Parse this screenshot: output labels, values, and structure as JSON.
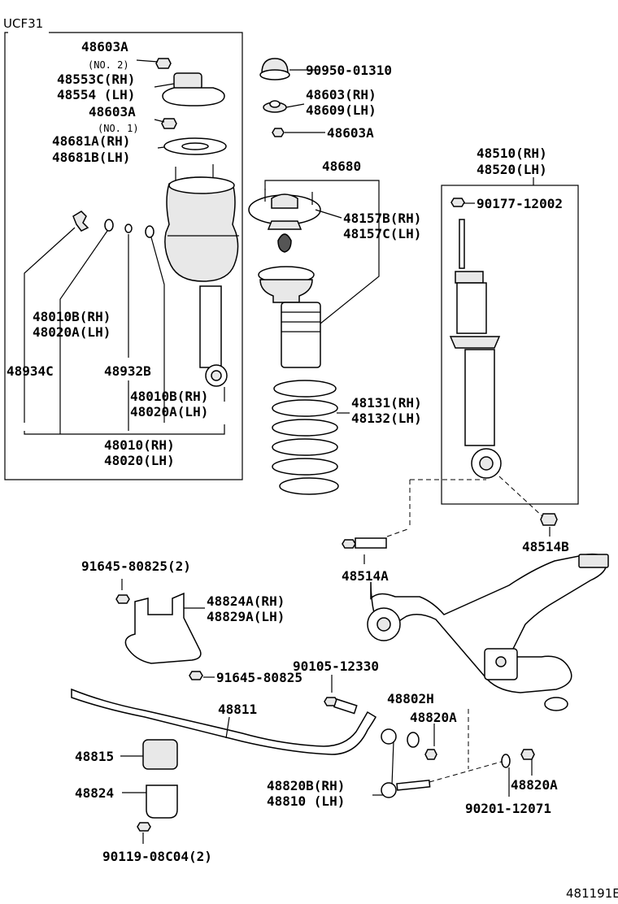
{
  "header": {
    "model": "UCF31"
  },
  "footer": {
    "ref": "481191E"
  },
  "labels": {
    "l48603a_top": "48603A",
    "no2": "(NO. 2)",
    "l48553c": "48553C(RH)",
    "l48554": "48554  (LH)",
    "l48603a_mid": "48603A",
    "no1": "(NO. 1)",
    "l48681a": "48681A(RH)",
    "l48681b": "48681B(LH)",
    "l48010b_a": "48010B(RH)",
    "l48020a_a": "48020A(LH)",
    "l48934c": "48934C",
    "l48932b": "48932B",
    "l48010b_b": "48010B(RH)",
    "l48020a_b": "48020A(LH)",
    "l48010": "48010(RH)",
    "l48020": "48020(LH)",
    "l90950": "90950-01310",
    "l48603rh": "48603(RH)",
    "l48609lh": "48609(LH)",
    "l48603a_r": "48603A",
    "l48680": "48680",
    "l48157b": "48157B(RH)",
    "l48157c": "48157C(LH)",
    "l48131": "48131(RH)",
    "l48132": "48132(LH)",
    "l48510": "48510(RH)",
    "l48520": "48520(LH)",
    "l90177": "90177-12002",
    "l48514b": "48514B",
    "l48514a": "48514A",
    "l91645_2": "91645-80825(2)",
    "l48824a": "48824A(RH)",
    "l48829a": "48829A(LH)",
    "l91645": "91645-80825",
    "l90105": "90105-12330",
    "l48811": "48811",
    "l48802h": "48802H",
    "l48820a_1": "48820A",
    "l48815": "48815",
    "l48824": "48824",
    "l48820b": "48820B(RH)",
    "l48810": "48810  (LH)",
    "l48820a_2": "48820A",
    "l90201": "90201-12071",
    "l90119": "90119-08C04(2)"
  }
}
